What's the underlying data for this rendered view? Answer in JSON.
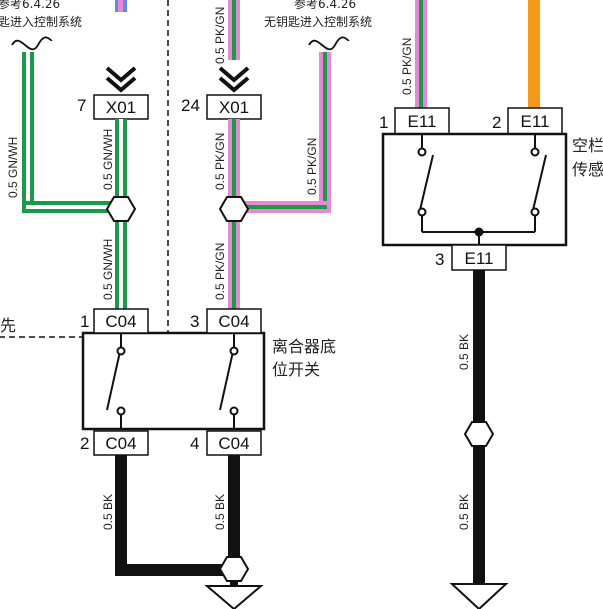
{
  "notes": {
    "left_ref_line1": "参考6.4.26",
    "left_ref_line2": "匙进入控制系统",
    "mid_ref_line1": "参考6.4.26",
    "mid_ref_line2": "无钥匙进入控制系统",
    "left_edge_text": "先"
  },
  "connectors": {
    "x01_left": {
      "pin": "7",
      "name": "X01"
    },
    "x01_right": {
      "pin": "24",
      "name": "X01"
    },
    "c04_1": {
      "pin": "1",
      "name": "C04"
    },
    "c04_3": {
      "pin": "3",
      "name": "C04"
    },
    "c04_2": {
      "pin": "2",
      "name": "C04"
    },
    "c04_4": {
      "pin": "4",
      "name": "C04"
    },
    "e11_1": {
      "pin": "1",
      "name": "E11"
    },
    "e11_2": {
      "pin": "2",
      "name": "E11"
    },
    "e11_3": {
      "pin": "3",
      "name": "E11"
    }
  },
  "wires": {
    "gnwh_side": "0.5 GN/WH",
    "gnwh_top": "0.5 GN/WH",
    "gnwh_bottom": "0.5 GN/WH",
    "pkgn_top": "0.5 PK/GN",
    "pkgn_side": "0.5 PK/GN",
    "pkgn_bottom": "0.5 PK/GN",
    "pkgn_e11": "0.5 PK/GN",
    "bk_c04_2": "0.5 BK",
    "bk_c04_4": "0.5 BK",
    "bk_e11_upper": "0.5 BK",
    "bk_e11_lower": "0.5 BK"
  },
  "components": {
    "clutch_switch_line1": "离合器底",
    "clutch_switch_line2": "位开关",
    "ac_sensor_line1": "空栏",
    "ac_sensor_line2": "传感"
  },
  "colors": {
    "green": "#1a9a4a",
    "pink": "#e58ad0",
    "blue": "#5a8ee8",
    "orange": "#f39a1a",
    "black": "#111111"
  }
}
